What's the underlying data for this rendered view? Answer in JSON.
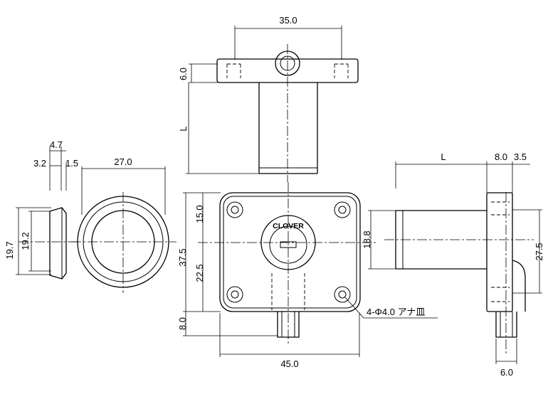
{
  "top_view": {
    "dim_width": "35.0",
    "dim_flange": "6.0",
    "dim_length": "L"
  },
  "left_view": {
    "dim_a": "4.7",
    "dim_b": "3.2",
    "dim_c": "1.5",
    "dim_d": "27.0",
    "dim_e": "19.7",
    "dim_f": "19.2"
  },
  "front_view": {
    "dim_upper": "15.0",
    "dim_total": "37.5",
    "dim_lower": "22.5",
    "dim_bottom": "8.0",
    "dim_width": "45.0",
    "logo_text": "CLOVER",
    "hole_note": "4-Φ4.0 アナ皿"
  },
  "right_view": {
    "dim_length": "L",
    "dim_a": "8.0",
    "dim_b": "3.5",
    "dim_diameter": "18.8",
    "dim_height": "27.5",
    "dim_pin": "6.0"
  },
  "colors": {
    "line": "#000000",
    "accent": "#c8143c"
  }
}
